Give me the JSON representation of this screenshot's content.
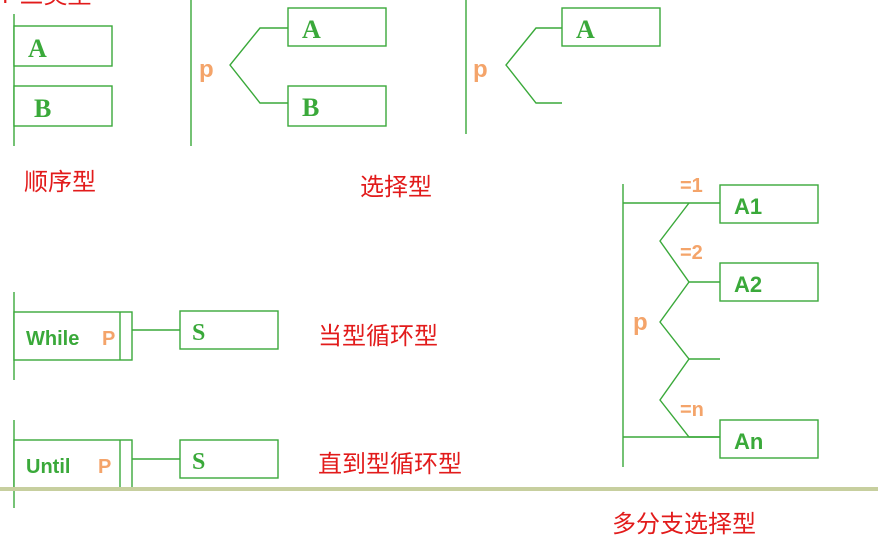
{
  "colors": {
    "line": "#3aa93a",
    "label_green": "#3aa93a",
    "label_orange": "#f4a46a",
    "caption_red": "#e21b1b",
    "divider": "#c7cf9f"
  },
  "header_fragment": "r  三类型",
  "sequence": {
    "box1": "A",
    "box2": "B",
    "caption": "顺序型"
  },
  "selection": {
    "cond": "p",
    "top": "A",
    "bottom": "B",
    "caption": "选择型"
  },
  "selection_partial": {
    "cond": "p",
    "top": "A"
  },
  "while_loop": {
    "keyword": "While",
    "cond": "P",
    "body": "S",
    "caption": "当型循环型"
  },
  "until_loop": {
    "keyword": "Until",
    "cond": "P",
    "body": "S",
    "caption": "直到型循环型"
  },
  "multi_branch": {
    "cond": "p",
    "branches": [
      {
        "cond": "=1",
        "label": "A1"
      },
      {
        "cond": "=2",
        "label": "A2"
      },
      {
        "cond": "=n",
        "label": "An"
      }
    ],
    "caption": "多分支选择型"
  }
}
